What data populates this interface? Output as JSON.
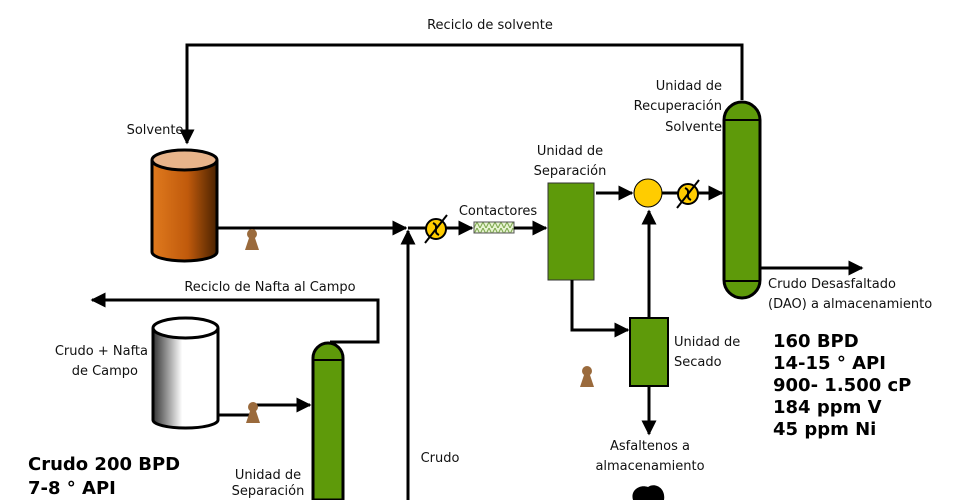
{
  "labels": {
    "solvent_recycle": "Reciclo de solvente",
    "solvent": "Solvente",
    "naphtha_recycle": "Reciclo de Nafta al Campo",
    "crude_naphtha": [
      "Crudo + Nafta",
      "de Campo"
    ],
    "contactors": "Contactores",
    "separation_unit": [
      "Unidad de",
      "Separación"
    ],
    "recovery_unit": [
      "Unidad de",
      "Recuperación",
      "Solvente"
    ],
    "dao": [
      "Crudo Desasfaltado",
      "(DAO) a almacenamiento"
    ],
    "drying_unit": [
      "Unidad de",
      "Secado"
    ],
    "asphaltenes": [
      "Asfaltenos a",
      "almacenamiento"
    ],
    "crude": "Crudo",
    "field_separation_unit": [
      "Unidad de",
      "Separación"
    ]
  },
  "feed_stats": [
    "Crudo 200 BPD",
    "7-8 ° API"
  ],
  "product_stats": [
    "160 BPD",
    "14-15 ° API",
    "900- 1.500 cP",
    "184 ppm V",
    "45 ppm Ni"
  ],
  "colors": {
    "unit_green": "#5e9a0a",
    "solvent_tank": "#c9610f",
    "mixer_yellow": "#ffcc00",
    "pump_brown": "#9a6a3c",
    "line": "#000000"
  }
}
